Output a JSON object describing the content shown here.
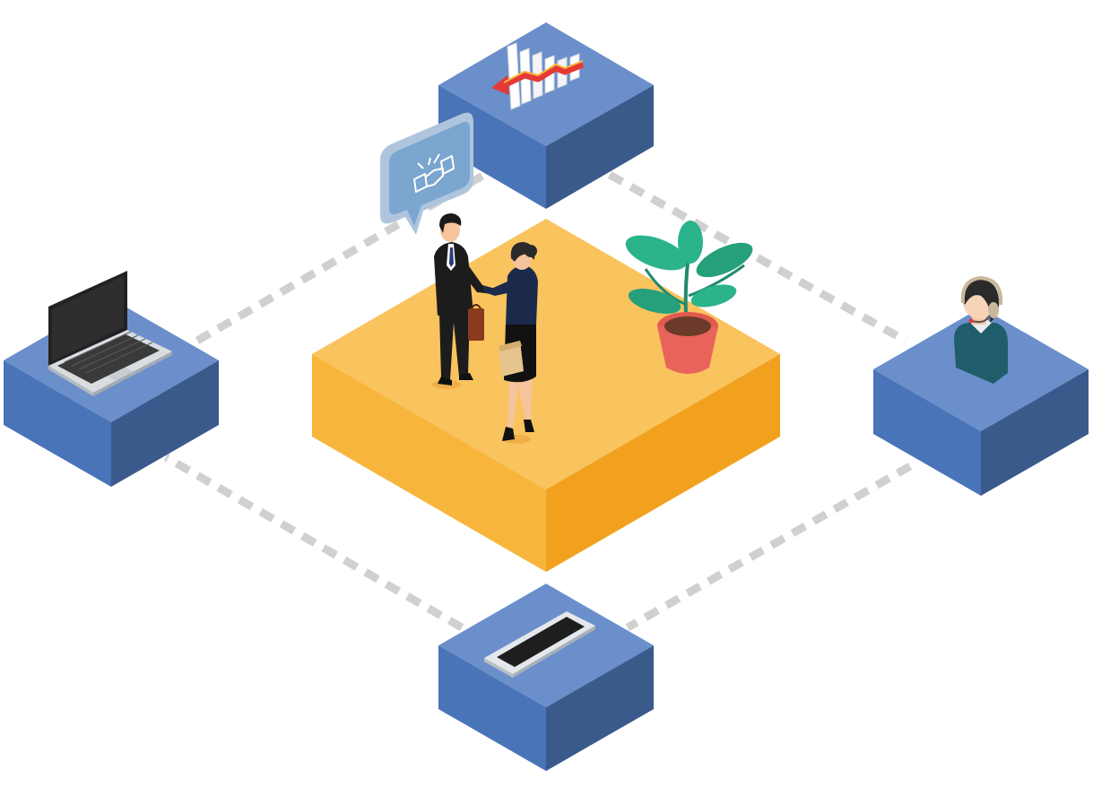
{
  "scene": {
    "connectors": [
      "top-to-right",
      "right-to-bottom",
      "bottom-to-left",
      "left-to-top"
    ],
    "nodes": [
      {
        "id": "top",
        "content": "declining-chart-icon"
      },
      {
        "id": "left",
        "content": "laptop-icon"
      },
      {
        "id": "right",
        "content": "support-agent-icon"
      },
      {
        "id": "bottom",
        "content": "smartphone-icon"
      }
    ],
    "center": {
      "content": [
        "handshake-businesspeople",
        "potted-plant-icon"
      ]
    },
    "speech_bubble": {
      "icon": "handshake-icon"
    }
  },
  "colors": {
    "cube_top": "#6b8fca",
    "cube_left": "#4a74b8",
    "cube_right": "#3a5a8c",
    "platform_top": "#f9c35e",
    "platform_left": "#f7b53b",
    "platform_right": "#f2a11f",
    "connector": "#d0d0d0",
    "bubble": "#7aa6cf"
  }
}
